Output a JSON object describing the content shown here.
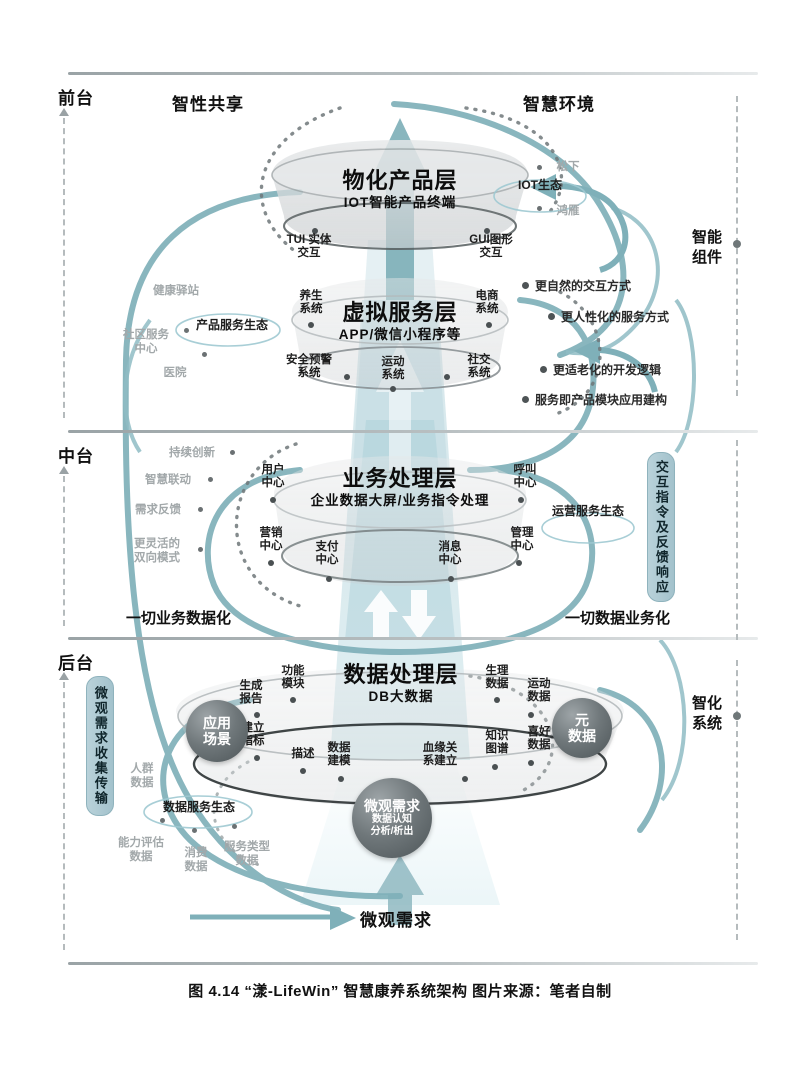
{
  "figure": {
    "caption": "图 4.14  “漾-LifeWin” 智慧康养系统架构  图片来源：笔者自制",
    "accent_teal": "#7fb0b9",
    "accent_pill": "#a8c5ce",
    "beam_teal": "#a9cfd8",
    "sphere_grey": "#6f777a",
    "muted_grey": "#a2a8aa"
  },
  "zones": [
    {
      "label": "前台",
      "name": "front-stage"
    },
    {
      "label": "中台",
      "name": "middle-stage"
    },
    {
      "label": "后台",
      "name": "back-stage"
    }
  ],
  "headings": {
    "top_left": "智性共享",
    "top_right": "智慧环境",
    "bottom_arrow": "微观需求",
    "mid_left": "一切业务数据化",
    "mid_right": "一切数据业务化"
  },
  "side_labels": {
    "right_top": "智能\n组件",
    "right_top_line1": "智能",
    "right_top_line2": "组件",
    "right_bottom_line1": "智化",
    "right_bottom_line2": "系统"
  },
  "vertical_pills": [
    {
      "name": "interaction-command-pill",
      "text": "交互指令及反馈响应"
    },
    {
      "name": "micro-demand-pill",
      "text": "微观需求收集传输"
    }
  ],
  "layers": [
    {
      "name": "product-layer",
      "title": "物化产品层",
      "subtitle": "IOT智能产品终端",
      "nodes": [
        {
          "label": "TUI 实体\n交互",
          "l1": "TUI 实体",
          "l2": "交互"
        },
        {
          "label": "GUI图形\n交互",
          "l1": "GUI图形",
          "l2": "交互"
        }
      ]
    },
    {
      "name": "virtual-service-layer",
      "title": "虚拟服务层",
      "subtitle": "APP/微信小程序等",
      "nodes": [
        {
          "l1": "养生",
          "l2": "系统"
        },
        {
          "l1": "电商",
          "l2": "系统"
        },
        {
          "l1": "安全预警",
          "l2": "系统"
        },
        {
          "l1": "运动",
          "l2": "系统"
        },
        {
          "l1": "社交",
          "l2": "系统"
        }
      ]
    },
    {
      "name": "business-layer",
      "title": "业务处理层",
      "subtitle": "企业数据大屏/业务指令处理",
      "nodes": [
        {
          "l1": "用户",
          "l2": "中心"
        },
        {
          "l1": "呼叫",
          "l2": "中心"
        },
        {
          "l1": "营销",
          "l2": "中心"
        },
        {
          "l1": "支付",
          "l2": "中心"
        },
        {
          "l1": "消息",
          "l2": "中心"
        },
        {
          "l1": "管理",
          "l2": "中心"
        }
      ]
    },
    {
      "name": "data-layer",
      "title": "数据处理层",
      "subtitle": "DB大数据",
      "nodes": [
        {
          "l1": "功能",
          "l2": "模块"
        },
        {
          "l1": "生成",
          "l2": "报告"
        },
        {
          "l1": "建立",
          "l2": "指标"
        },
        {
          "l1": "描述",
          "l2": ""
        },
        {
          "l1": "数据",
          "l2": "建模"
        },
        {
          "l1": "血缘关",
          "l2": "系建立"
        },
        {
          "l1": "生理",
          "l2": "数据"
        },
        {
          "l1": "运动",
          "l2": "数据"
        },
        {
          "l1": "喜好",
          "l2": "数据"
        },
        {
          "l1": "知识",
          "l2": "图谱"
        }
      ]
    }
  ],
  "spheres": [
    {
      "name": "application-scenario-sphere",
      "l1": "应用",
      "l2": "场景",
      "sub": ""
    },
    {
      "name": "metadata-sphere",
      "l1": "元",
      "l2": "数据",
      "sub": ""
    },
    {
      "name": "micro-demand-sphere",
      "title": "微观需求",
      "sub1": "数据认知",
      "sub2": "分析/析出"
    }
  ],
  "ecosystems": [
    {
      "name": "iot-ecosystem",
      "label": "IOT生态",
      "partners": [
        "松下",
        "鸿雁"
      ]
    },
    {
      "name": "product-service-ecosystem",
      "label": "产品服务生态",
      "partners": [
        "健康驿站",
        "社区服务\n中心",
        "医院"
      ]
    },
    {
      "name": "operation-service-ecosystem",
      "label": "运营服务生态",
      "partners": []
    },
    {
      "name": "data-service-ecosystem",
      "label": "数据服务生态",
      "partners": [
        "人群\n数据",
        "能力评估\n数据",
        "消费\n数据",
        "服务类型\n数据"
      ]
    }
  ],
  "eco_partner_labels": {
    "songxia": "松下",
    "hongyan": "鸿雁",
    "health_station": "健康驿站",
    "community_center_l1": "社区服务",
    "community_center_l2": "中心",
    "hospital": "医院",
    "crowd_data_l1": "人群",
    "crowd_data_l2": "数据",
    "ability_eval_l1": "能力评估",
    "ability_eval_l2": "数据",
    "consume_l1": "消费",
    "consume_l2": "数据",
    "service_type_l1": "服务类型",
    "service_type_l2": "数据"
  },
  "annotations_right": [
    "更自然的交互方式",
    "更人性化的服务方式",
    "更适老化的开发逻辑",
    "服务即产品模块应用建构"
  ],
  "annotations_left": [
    {
      "l1": "持续创新",
      "l2": ""
    },
    {
      "l1": "智慧联动",
      "l2": ""
    },
    {
      "l1": "需求反馈",
      "l2": ""
    },
    {
      "l1": "更灵活的",
      "l2": "双向模式"
    }
  ]
}
